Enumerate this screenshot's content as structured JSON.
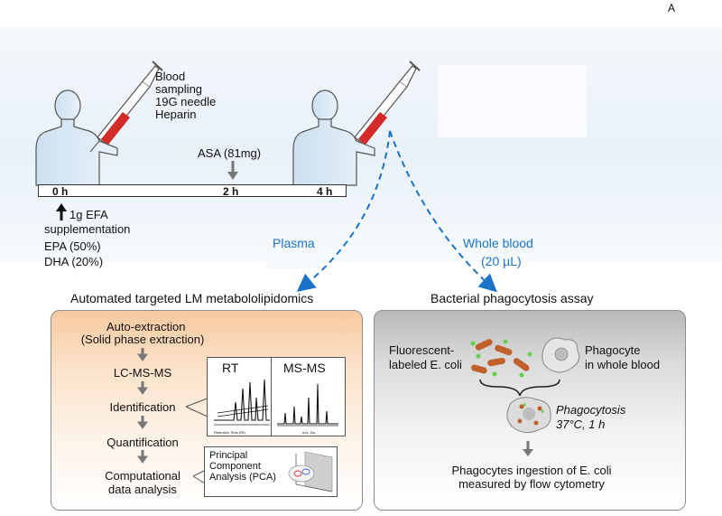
{
  "corner_label": "A",
  "top": {
    "blood_sampling": [
      "Blood",
      "sampling",
      "19G needle",
      "Heparin"
    ],
    "asa": "ASA (81mg)",
    "timepoints": [
      "0 h",
      "2 h",
      "4 h"
    ],
    "efa": [
      "1g EFA",
      "supplementation",
      "EPA (50%)",
      "DHA (20%)"
    ],
    "plasma": "Plasma",
    "whole_blood": "Whole blood",
    "whole_blood_volume": "(20 µL)"
  },
  "left_panel": {
    "title": "Automated targeted LM metabololipidomics",
    "steps": [
      "Auto-extraction",
      "(Solid phase extraction)",
      "LC-MS-MS",
      "Identification",
      "Quantification",
      "Computational",
      "data analysis"
    ],
    "rt_label": "RT",
    "msms_label": "MS-MS",
    "rt_axis": "Retention Time (Rt)",
    "mz_axis": "m/z, Da",
    "pca": [
      "Principal",
      "Component",
      "Analysis (PCA)"
    ]
  },
  "right_panel": {
    "title": "Bacterial phagocytosis assay",
    "fluorescent": [
      "Fluorescent-",
      "labeled E. coli"
    ],
    "phagocyte": [
      "Phagocyte",
      "in whole blood"
    ],
    "phagocytosis": [
      "Phagocytosis",
      "37°C, 1 h"
    ],
    "result": [
      "Phagocytes ingestion of E. coli",
      "measured by flow cytometry"
    ]
  },
  "colors": {
    "accent_blue": "#1a73c9",
    "left_panel": "#f7caa0",
    "right_panel": "#c8c8c8"
  },
  "icons": [
    "human-silhouette-icon",
    "syringe-icon",
    "down-arrow-icon",
    "bacteria-icon",
    "phagocyte-icon"
  ]
}
